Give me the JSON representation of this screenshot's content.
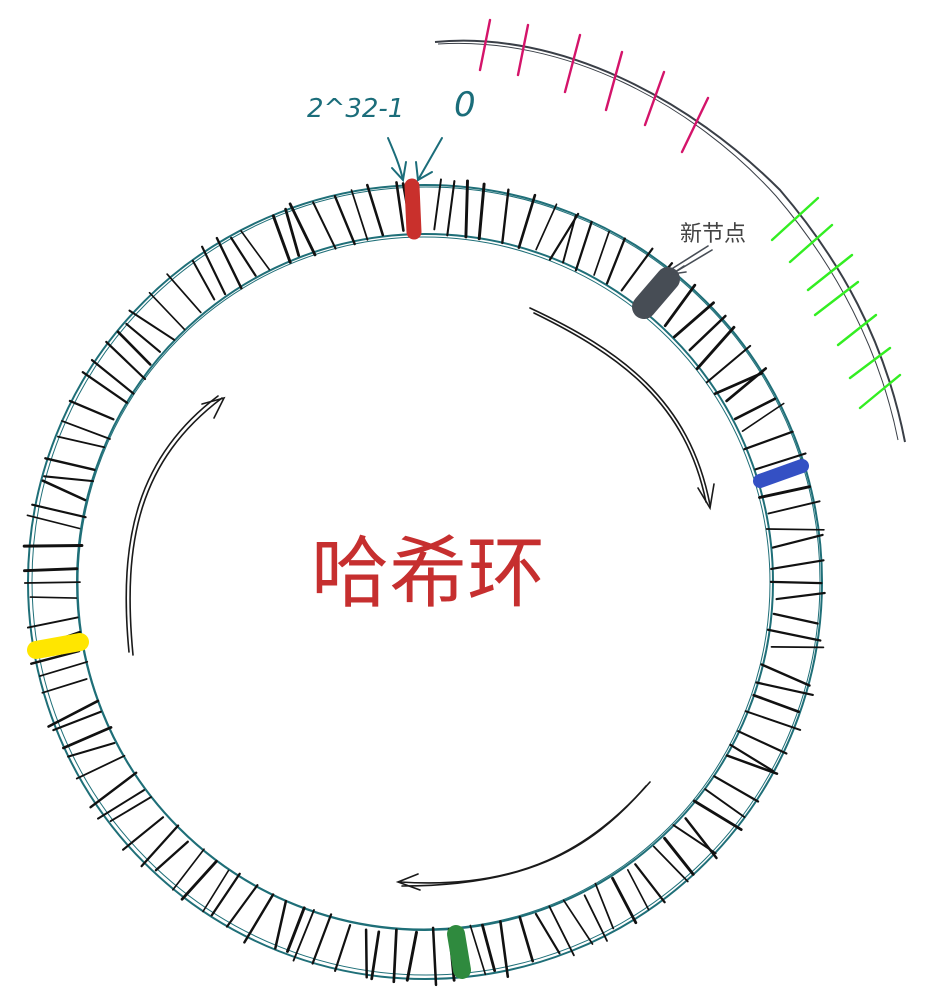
{
  "diagram": {
    "title": "哈希环",
    "labels": {
      "max_hash": "2^32-1",
      "zero": "0",
      "new_node": "新节点"
    },
    "colors": {
      "ring": "#1f6f78",
      "ticks": "#111111",
      "annotation": "#1b6d7a",
      "title": "#c62f2f",
      "node_start": "#c9302c",
      "node_new": "#474d55",
      "node_blue": "#3450c4",
      "node_green": "#2f8a3e",
      "node_yellow": "#ffe600",
      "arc_ticks_pink": "#d4146a",
      "arc_ticks_green": "#33ee22",
      "arc": "#3a3f47",
      "arrows": "#1a1a1a"
    },
    "nodes": [
      {
        "name": "node-start",
        "color_key": "node_start"
      },
      {
        "name": "node-new",
        "color_key": "node_new"
      },
      {
        "name": "node-blue",
        "color_key": "node_blue"
      },
      {
        "name": "node-green",
        "color_key": "node_green"
      },
      {
        "name": "node-yellow",
        "color_key": "node_yellow"
      }
    ]
  }
}
